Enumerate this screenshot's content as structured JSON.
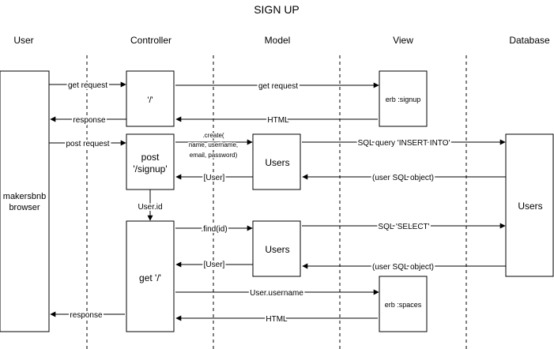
{
  "title": "SIGN UP",
  "lanes": {
    "user": "User",
    "controller": "Controller",
    "model": "Model",
    "view": "View",
    "database": "Database"
  },
  "boxes": {
    "browser": [
      "makersbnb",
      "browser"
    ],
    "route_root": "'/'",
    "route_signup": [
      "post",
      "'/signup'"
    ],
    "route_get_root": "get '/'",
    "users_create": "Users",
    "users_find": "Users",
    "view_signup": "erb :signup",
    "view_spaces": "erb :spaces",
    "db_users": "Users"
  },
  "messages": {
    "get_request_1": "get request",
    "get_request_2": "get request",
    "html_1": "HTML",
    "response_1": "response",
    "post_request": "post request",
    "create": [
      ".create(",
      "name, username,",
      "email, password)"
    ],
    "sql_insert": "SQL query 'INSERT INTO'",
    "user_sql_object_1": "(user SQL object)",
    "user_1": "[User]",
    "user_id": "User.id",
    "find": ".find(id)",
    "sql_select": "SQL 'SELECT'",
    "user_sql_object_2": "(user SQL object)",
    "user_2": "[User]",
    "user_username": "User.username",
    "html_2": "HTML",
    "response_2": "response"
  }
}
